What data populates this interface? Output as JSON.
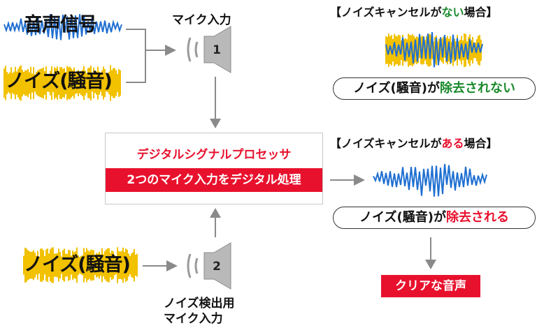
{
  "inputs": {
    "audio_signal": "音声信号",
    "noise_top": "ノイズ(騒音)",
    "noise_bottom": "ノイズ(騒音)"
  },
  "mic1": {
    "caption": "マイク入力",
    "number": "1"
  },
  "mic2": {
    "caption_line1": "ノイズ検出用",
    "caption_line2": "マイク入力",
    "number": "2"
  },
  "processor": {
    "title": "デジタルシグナルプロセッサ",
    "description": "2つのマイク入力をデジタル処理"
  },
  "without_nc": {
    "title_prefix": "【ノイズキャンセルが",
    "title_highlight": "ない",
    "title_suffix": "場合】",
    "result_prefix": "ノイズ(騒音)が",
    "result_highlight": "除去されない"
  },
  "with_nc": {
    "title_prefix": "【ノイズキャンセルが",
    "title_highlight": "ある",
    "title_suffix": "場合】",
    "result_prefix": "ノイズ(騒音)が",
    "result_highlight": "除去される"
  },
  "output": {
    "label": "クリアな音声"
  },
  "colors": {
    "accent_red": "#e8112d",
    "accent_green": "#1a8a2b",
    "wave_blue": "#1f6fd1",
    "noise_yellow": "#f2c100",
    "arrow_gray": "#8a8a8a"
  }
}
